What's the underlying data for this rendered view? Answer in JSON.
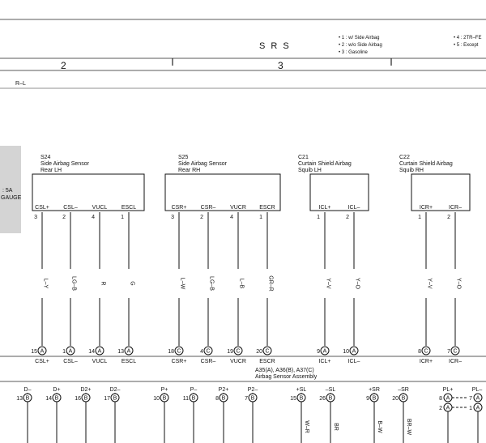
{
  "header": {
    "system": "S R S",
    "left_cell": "2",
    "mid_cell": "3",
    "notes": [
      "• 1 : w/ Side Airbag",
      "• 2 : w/o Side Airbag",
      "• 3 : Gasoline"
    ],
    "notes_right": [
      "• 4 : 2TR–FE",
      "• 5 : Except"
    ],
    "wire_label": "R–L"
  },
  "left_tab": {
    "line1": ": 5A",
    "line2": "GAUGE"
  },
  "components": [
    {
      "id": "S24",
      "name": "Side Airbag Sensor",
      "loc": "Rear LH",
      "pins": [
        {
          "label": "CSL+",
          "num": "3"
        },
        {
          "label": "CSL–",
          "num": "2"
        },
        {
          "label": "VUCL",
          "num": "4"
        },
        {
          "label": "ESCL",
          "num": "1"
        }
      ],
      "wires": [
        "L–Y",
        "LG–B",
        "R",
        "G"
      ],
      "connectors": [
        {
          "num": "15",
          "letter": "A",
          "label": "CSL+"
        },
        {
          "num": "1",
          "letter": "A",
          "label": "CSL–"
        },
        {
          "num": "14",
          "letter": "A",
          "label": "VUCL"
        },
        {
          "num": "13",
          "letter": "A",
          "label": "ESCL"
        }
      ]
    },
    {
      "id": "S25",
      "name": "Side Airbag Sensor",
      "loc": "Rear RH",
      "pins": [
        {
          "label": "CSR+",
          "num": "3"
        },
        {
          "label": "CSR–",
          "num": "2"
        },
        {
          "label": "VUCR",
          "num": "4"
        },
        {
          "label": "ESCR",
          "num": "1"
        }
      ],
      "wires": [
        "L–W",
        "LG–B",
        "L–B",
        "GR–R"
      ],
      "connectors": [
        {
          "num": "18",
          "letter": "C",
          "label": "CSR+"
        },
        {
          "num": "4",
          "letter": "C",
          "label": "CSR–"
        },
        {
          "num": "19",
          "letter": "C",
          "label": "VUCR"
        },
        {
          "num": "20",
          "letter": "C",
          "label": "ESCR"
        }
      ]
    },
    {
      "id": "C21",
      "name": "Curtain Shield Airbag",
      "loc": "Squib LH",
      "pins": [
        {
          "label": "ICL+",
          "num": "1"
        },
        {
          "label": "ICL–",
          "num": "2"
        }
      ],
      "wires": [
        "Y–V",
        "Y–O"
      ],
      "connectors": [
        {
          "num": "9",
          "letter": "A",
          "label": "ICL+"
        },
        {
          "num": "10",
          "letter": "A",
          "label": "ICL–"
        }
      ]
    },
    {
      "id": "C22",
      "name": "Curtain Shield Airbag",
      "loc": "Squib RH",
      "pins": [
        {
          "label": "ICR+",
          "num": "1"
        },
        {
          "label": "ICR–",
          "num": "2"
        }
      ],
      "wires": [
        "Y–V",
        "Y–O"
      ],
      "connectors": [
        {
          "num": "8",
          "letter": "C",
          "label": "ICR+"
        },
        {
          "num": "7",
          "letter": "C",
          "label": "ICR–"
        }
      ]
    }
  ],
  "assembly": {
    "line1": "A35(A), A36(B), A37(C)",
    "line2": "Airbag Sensor Assembly"
  },
  "bottom_pins": [
    {
      "label": "D–",
      "num": "13",
      "letter": "B"
    },
    {
      "label": "D+",
      "num": "14",
      "letter": "B"
    },
    {
      "label": "D2+",
      "num": "16",
      "letter": "B"
    },
    {
      "label": "D2–",
      "num": "17",
      "letter": "B"
    },
    {
      "label": "P+",
      "num": "10",
      "letter": "B"
    },
    {
      "label": "P–",
      "num": "11",
      "letter": "B"
    },
    {
      "label": "P2+",
      "num": "8",
      "letter": "B"
    },
    {
      "label": "P2–",
      "num": "7",
      "letter": "B"
    },
    {
      "label": "+SL",
      "num": "15",
      "letter": "B",
      "wire": "W–R"
    },
    {
      "label": "–SL",
      "num": "26",
      "letter": "B",
      "wire": "BR"
    },
    {
      "label": "+SR",
      "num": "9",
      "letter": "B",
      "wire": "B–W"
    },
    {
      "label": "–SR",
      "num": "20",
      "letter": "B",
      "wire": "BR–W"
    }
  ],
  "pl_pins": {
    "plus_label": "PL+",
    "minus_label": "PL–",
    "rows": [
      {
        "num": "8",
        "letter": "A",
        "num2": "7",
        "letter2": "A"
      },
      {
        "num": "2",
        "letter": "A",
        "num2": "1",
        "letter2": "A"
      }
    ]
  }
}
